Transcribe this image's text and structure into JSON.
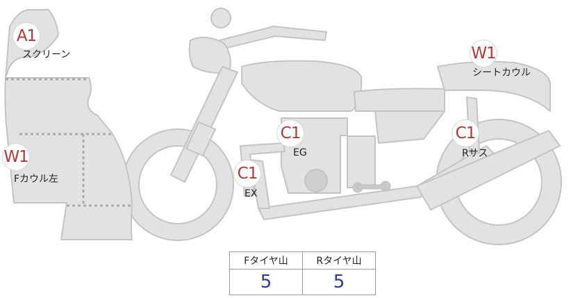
{
  "parts": {
    "screen": {
      "code": "A1",
      "label": "スクリーン"
    },
    "seat_cowl": {
      "code": "W1",
      "label": "シートカウル"
    },
    "engine": {
      "code": "C1",
      "label": "EG"
    },
    "rear_susp": {
      "code": "C1",
      "label": "Rサス"
    },
    "exhaust": {
      "code": "C1",
      "label": "EX"
    },
    "cowl_left": {
      "code": "W1",
      "label": "Fカウル左"
    }
  },
  "tread": {
    "headers": [
      "Fタイヤ山",
      "Rタイヤ山"
    ],
    "values": [
      "5",
      "5"
    ]
  },
  "colors": {
    "body_fill": "#e2e2e2",
    "outline": "#c4c4c4",
    "marker_text": "#b03a3a",
    "value_text": "#2b3f8c",
    "dotted_line": "#a9a9a9"
  }
}
